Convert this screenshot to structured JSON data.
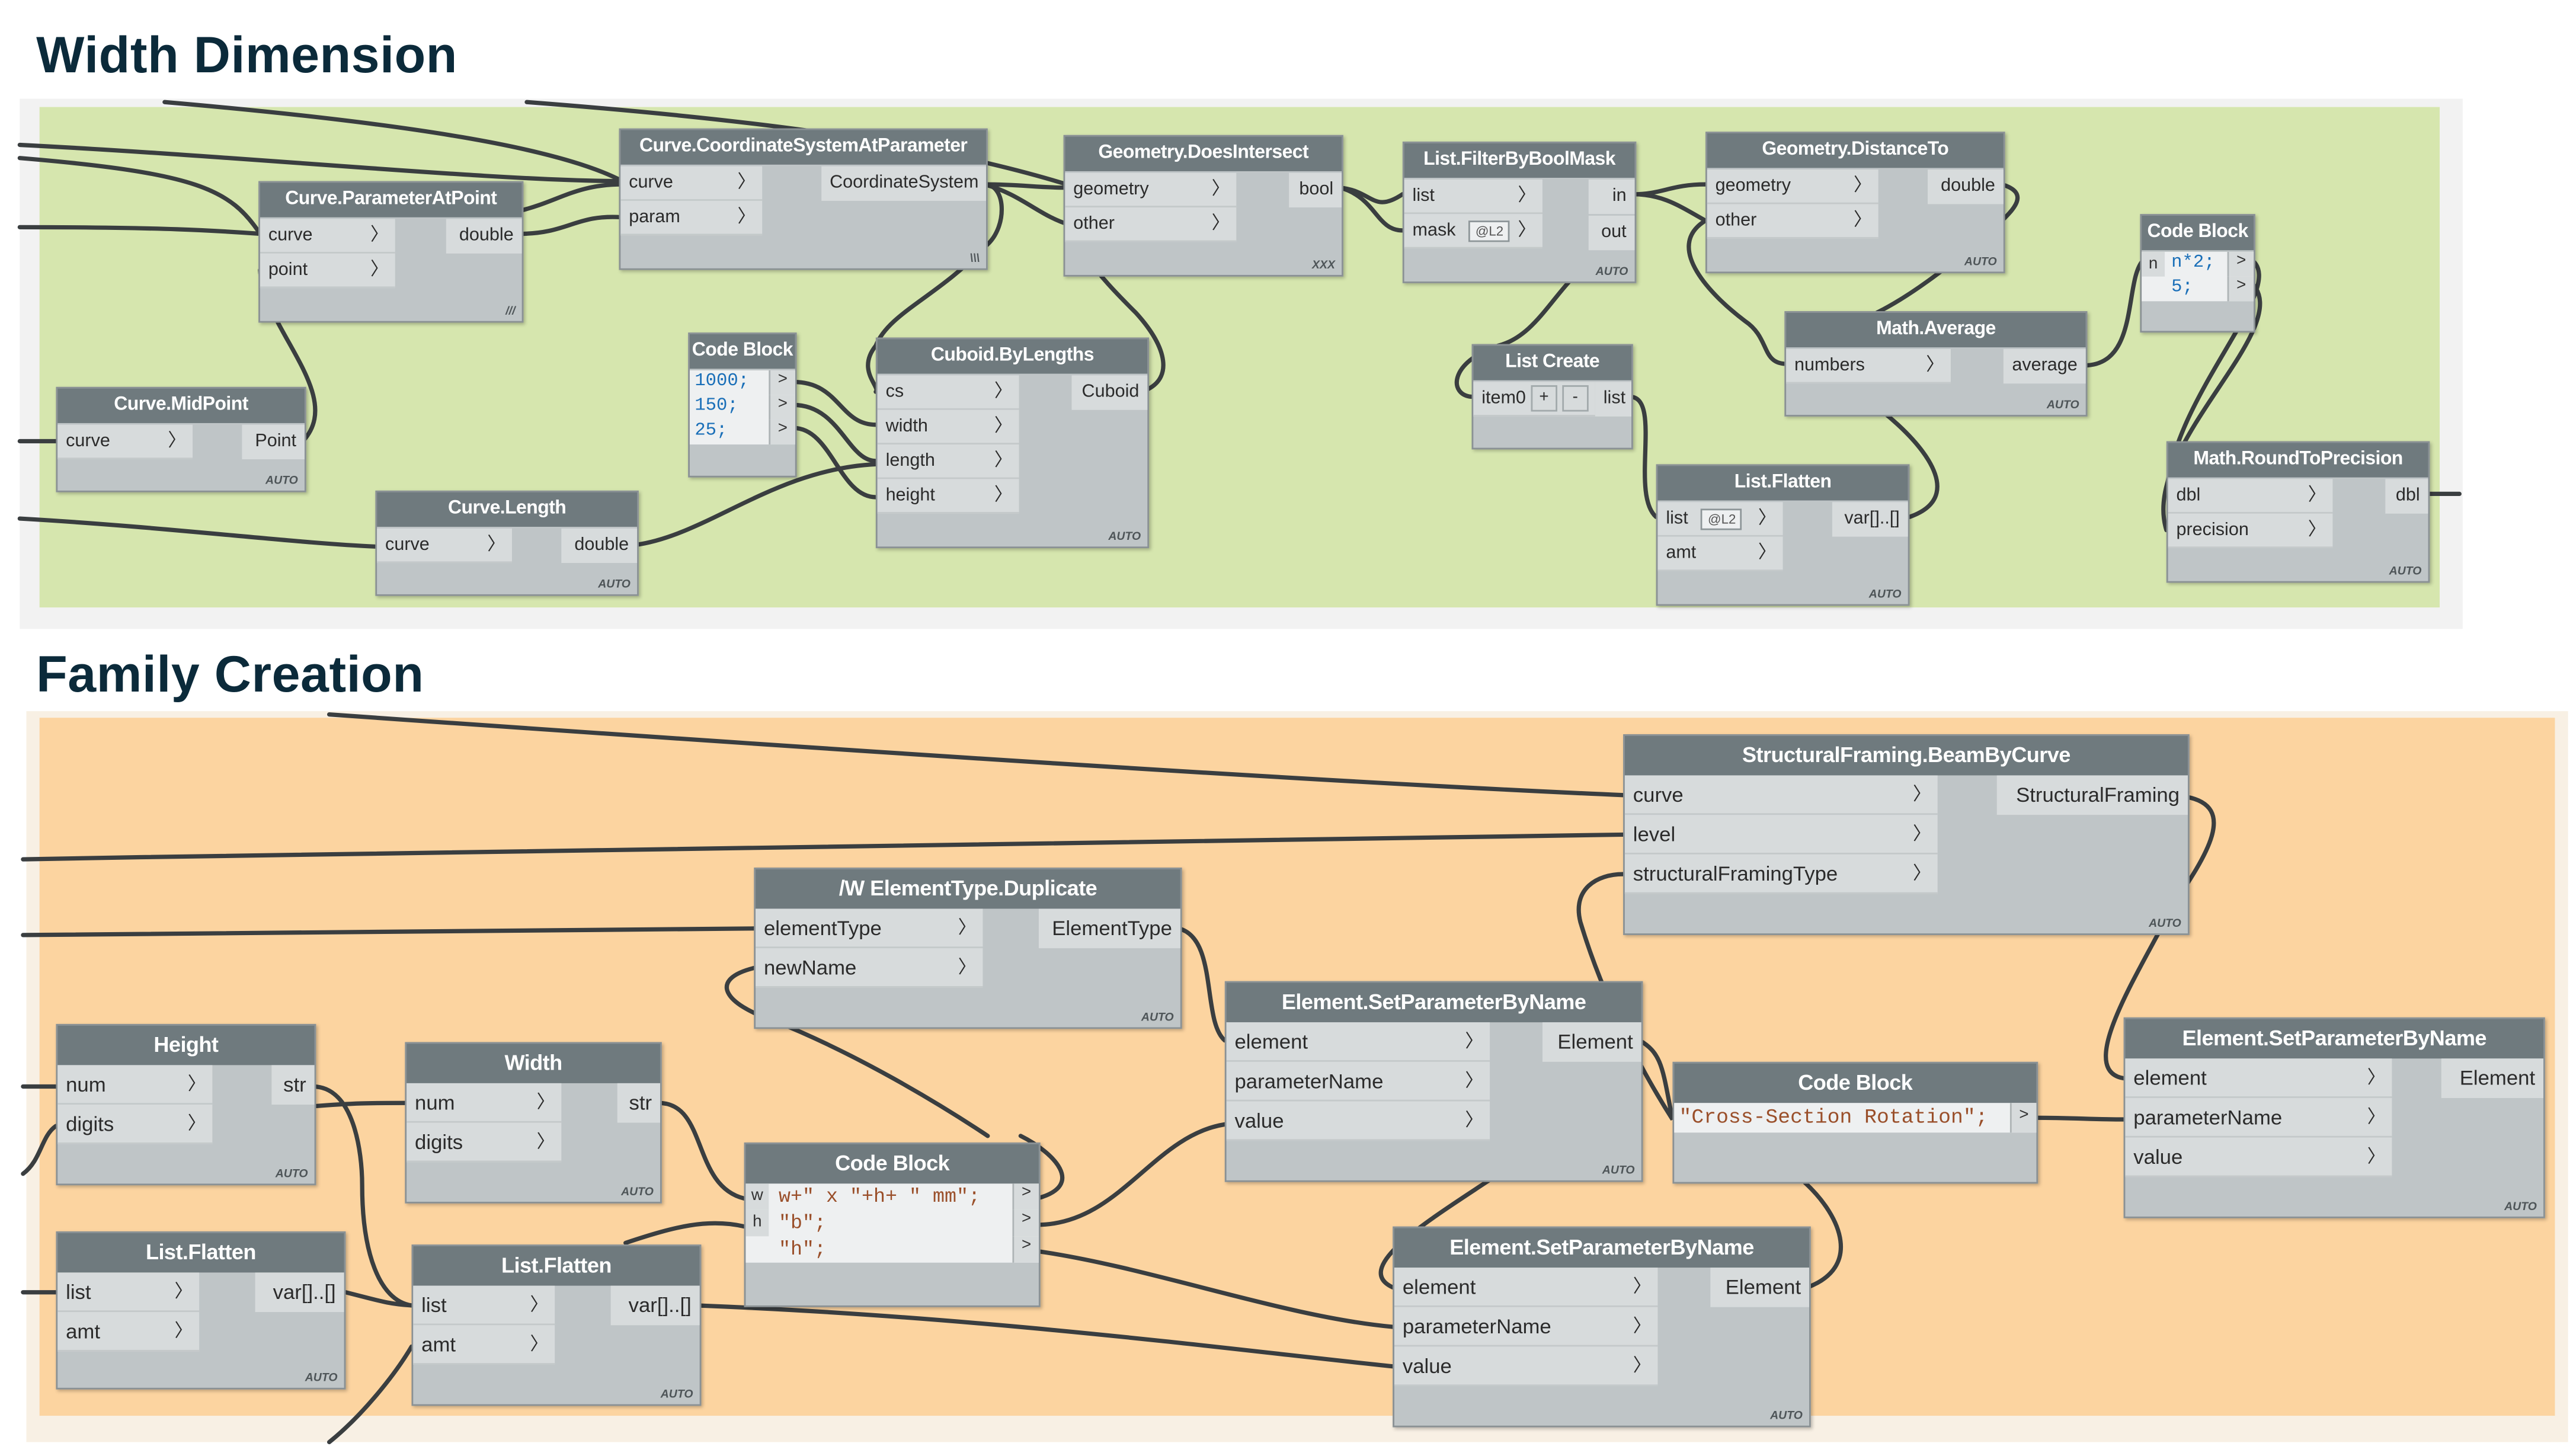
{
  "sections": {
    "width": {
      "title": "Width Dimension",
      "bg": "#d6e6ae"
    },
    "family": {
      "title": "Family Creation",
      "bg": "#fcd4a0"
    }
  },
  "colors": {
    "header": "#6f7a7e",
    "body": "#bfc5c7",
    "port": "#d7dbdc",
    "wire": "#3a3e40",
    "title": "#0b2a3a"
  },
  "nodes": {
    "cs_at_param": {
      "title": "Curve.CoordinateSystemAtParameter",
      "inputs": [
        "curve",
        "param"
      ],
      "outputs": [
        "CoordinateSystem"
      ],
      "lacing": "\\\\\\"
    },
    "param_at_point": {
      "title": "Curve.ParameterAtPoint",
      "inputs": [
        "curve",
        "point"
      ],
      "outputs": [
        "double"
      ],
      "lacing": "///"
    },
    "does_intersect": {
      "title": "Geometry.DoesIntersect",
      "inputs": [
        "geometry",
        "other"
      ],
      "outputs": [
        "bool"
      ],
      "lacing": "XXX"
    },
    "filter_bool": {
      "title": "List.FilterByBoolMask",
      "inputs": [
        "list",
        "mask"
      ],
      "outputs": [
        "in",
        "out"
      ],
      "lacing": "AUTO",
      "dropdown": "@L2"
    },
    "distance_to": {
      "title": "Geometry.DistanceTo",
      "inputs": [
        "geometry",
        "other"
      ],
      "outputs": [
        "double"
      ],
      "lacing": "AUTO"
    },
    "cb_small": {
      "title": "Code Block",
      "varlabel": "n",
      "lines": [
        "n*2;",
        "5;"
      ]
    },
    "midpoint": {
      "title": "Curve.MidPoint",
      "inputs": [
        "curve"
      ],
      "outputs": [
        "Point"
      ],
      "lacing": "AUTO"
    },
    "cb_dims": {
      "title": "Code Block",
      "lines": [
        "1000;",
        "150;",
        "25;"
      ]
    },
    "cuboid": {
      "title": "Cuboid.ByLengths",
      "inputs": [
        "cs",
        "width",
        "length",
        "height"
      ],
      "outputs": [
        "Cuboid"
      ],
      "lacing": "AUTO"
    },
    "list_create": {
      "title": "List Create",
      "inputs": [
        "item0"
      ],
      "outputs": [
        "list"
      ],
      "plus": "+",
      "minus": "-"
    },
    "math_average": {
      "title": "Math.Average",
      "inputs": [
        "numbers"
      ],
      "outputs": [
        "average"
      ],
      "lacing": "AUTO"
    },
    "round_precision": {
      "title": "Math.RoundToPrecision",
      "inputs": [
        "dbl",
        "precision"
      ],
      "outputs": [
        "dbl"
      ],
      "lacing": "AUTO"
    },
    "curve_length": {
      "title": "Curve.Length",
      "inputs": [
        "curve"
      ],
      "outputs": [
        "double"
      ],
      "lacing": "AUTO"
    },
    "list_flatten_top": {
      "title": "List.Flatten",
      "inputs": [
        "list",
        "amt"
      ],
      "outputs": [
        "var[]..[]"
      ],
      "lacing": "AUTO",
      "dropdown": "@L2"
    },
    "beam_by_curve": {
      "title": "StructuralFraming.BeamByCurve",
      "inputs": [
        "curve",
        "level",
        "structuralFramingType"
      ],
      "outputs": [
        "StructuralFraming"
      ],
      "lacing": "AUTO"
    },
    "elem_type_dup": {
      "title": "/W ElementType.Duplicate",
      "inputs": [
        "elementType",
        "newName"
      ],
      "outputs": [
        "ElementType"
      ],
      "lacing": "AUTO"
    },
    "set_param_1": {
      "title": "Element.SetParameterByName",
      "inputs": [
        "element",
        "parameterName",
        "value"
      ],
      "outputs": [
        "Element"
      ],
      "lacing": "AUTO"
    },
    "set_param_2": {
      "title": "Element.SetParameterByName",
      "inputs": [
        "element",
        "parameterName",
        "value"
      ],
      "outputs": [
        "Element"
      ],
      "lacing": "AUTO"
    },
    "set_param_3": {
      "title": "Element.SetParameterByName",
      "inputs": [
        "element",
        "parameterName",
        "value"
      ],
      "outputs": [
        "Element"
      ],
      "lacing": "AUTO"
    },
    "height": {
      "title": "Height",
      "inputs": [
        "num",
        "digits"
      ],
      "outputs": [
        "str"
      ],
      "lacing": "AUTO"
    },
    "width": {
      "title": "Width",
      "inputs": [
        "num",
        "digits"
      ],
      "outputs": [
        "str"
      ],
      "lacing": "AUTO"
    },
    "cb_rotation": {
      "title": "Code Block",
      "lines": [
        "\"Cross-Section Rotation\";"
      ]
    },
    "cb_names": {
      "title": "Code Block",
      "varlabels": [
        "w",
        "h"
      ],
      "lines": [
        "w+\" x \"+h+ \" mm\";",
        "\"b\";",
        "\"h\";"
      ]
    },
    "list_flatten_a": {
      "title": "List.Flatten",
      "inputs": [
        "list",
        "amt"
      ],
      "outputs": [
        "var[]..[]"
      ],
      "lacing": "AUTO"
    },
    "list_flatten_b": {
      "title": "List.Flatten",
      "inputs": [
        "list",
        "amt"
      ],
      "outputs": [
        "var[]..[]"
      ],
      "lacing": "AUTO"
    }
  }
}
